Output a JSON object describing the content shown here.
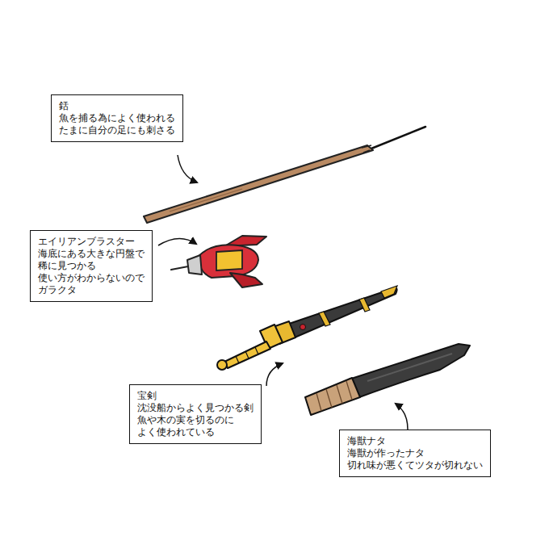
{
  "diagram": {
    "nodes": [
      {
        "text": [
          "銛",
          "魚を捕る為によく使われる たまに自分の足にも刺さる"
        ]
      },
      {
        "text": [
          "エイリアンブラスター",
          "海底にある大きな円盤で 稀に見つかる 使い方がわからないので ガラクタ"
        ]
      },
      {
        "text": [
          "宝剣",
          "沈没船からよく見つかる剣 魚や木の実を切るのに よく使われている"
        ]
      },
      {
        "text": [
          "海獣ナタ",
          "海獣が作ったナタ 切れ味が悪くてツタが切れない"
        ]
      }
    ]
  }
}
